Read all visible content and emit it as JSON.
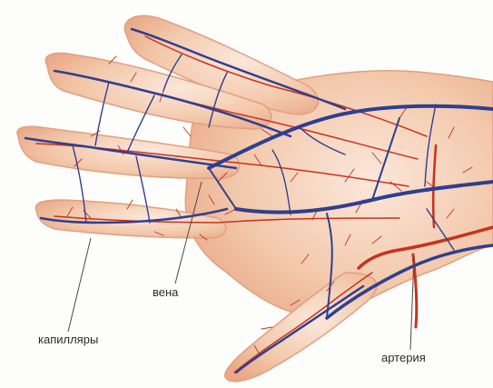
{
  "colors": {
    "background": "#fdfdfb",
    "skin": "#f3c9ac",
    "skin_edge": "#e4a27f",
    "vein": "#2f3f8f",
    "artery": "#c8321e",
    "leader_line": "#4a4a4a"
  },
  "labels": {
    "capillaries": "капилляры",
    "vein": "вена",
    "artery": "артерия"
  }
}
